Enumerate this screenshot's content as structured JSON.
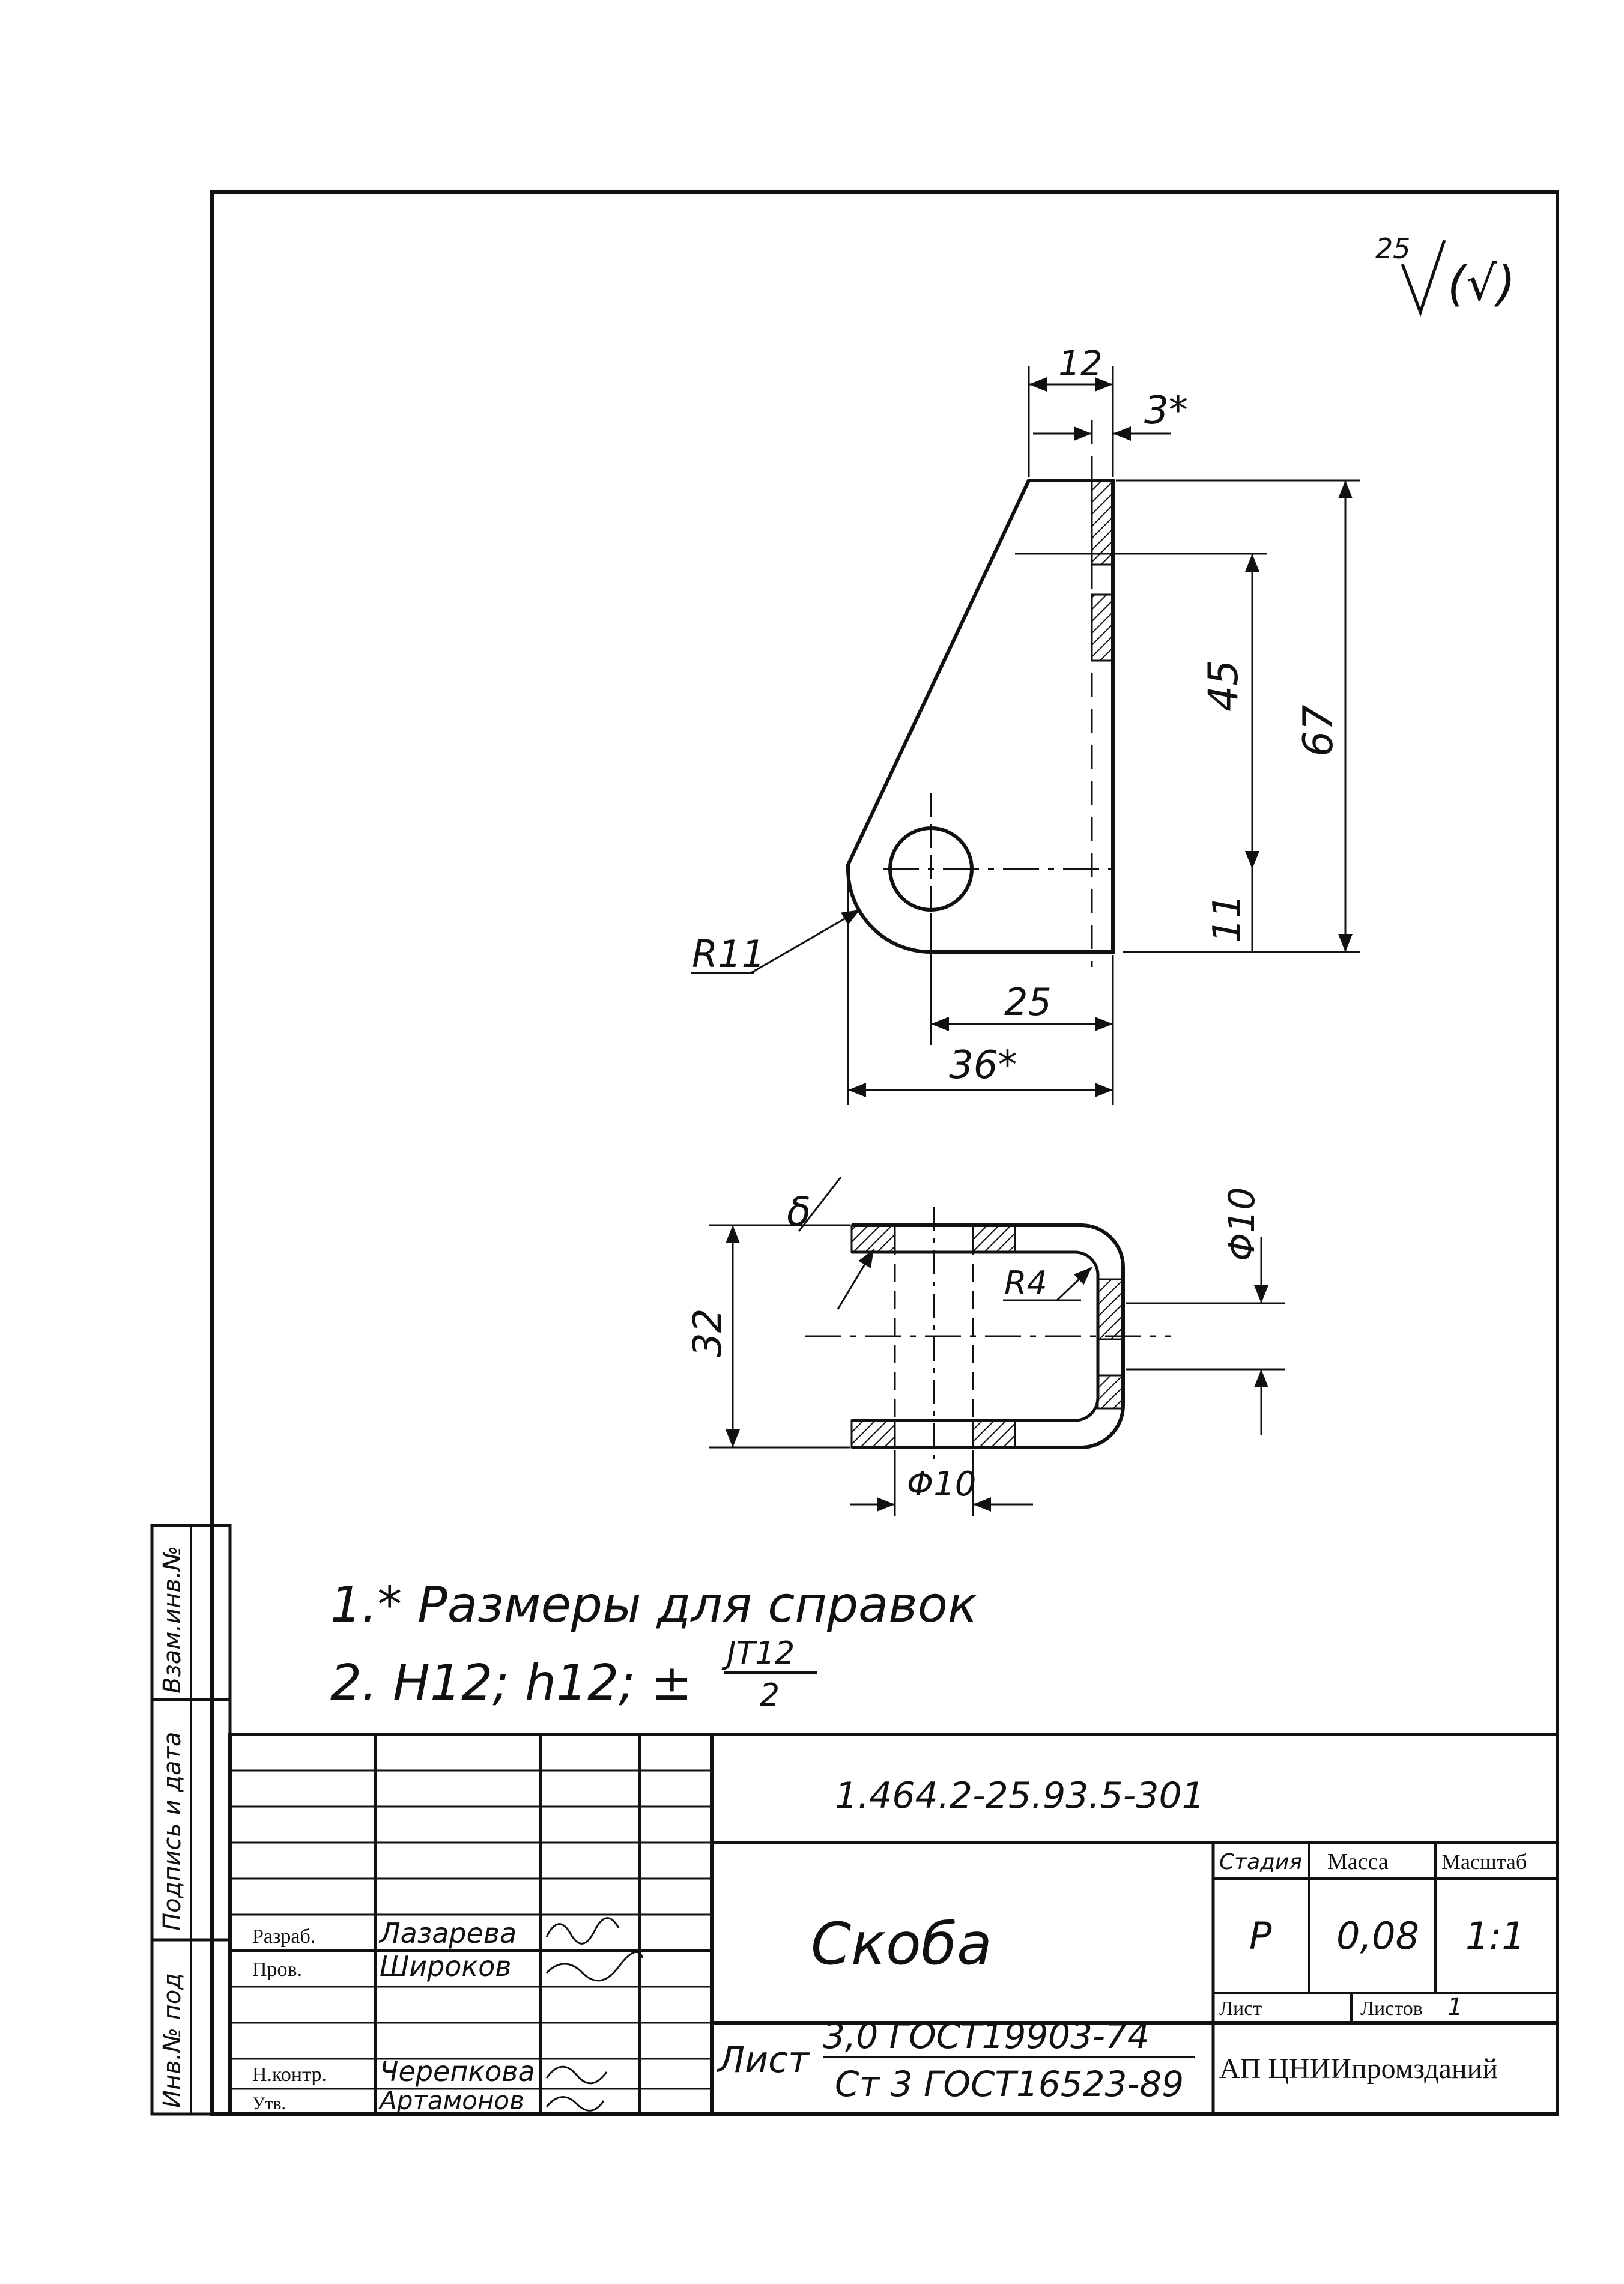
{
  "roughness": {
    "value": "25",
    "note": "(√)"
  },
  "part_view": {
    "dims": {
      "width_12": "12",
      "thickness_3": "3*",
      "height_45": "45",
      "height_67": "67",
      "height_11": "11",
      "radius_11": "R11",
      "length_25": "25",
      "length_36": "36*"
    }
  },
  "section_view": {
    "dims": {
      "height_32": "32",
      "radius_4": "R4",
      "hole_dia_right": "Φ10",
      "hole_dia_bottom": "Φ10",
      "weld_mark": "δ"
    }
  },
  "notes": {
    "note1": "1.* Размеры для справок",
    "note2_prefix": "2. H12; h12; ±",
    "note2_frac_num": "JT12",
    "note2_frac_den": "2"
  },
  "side_stamp": {
    "cell1": "Взам.инв.№",
    "cell2": "Подпись и дата",
    "cell3": "Инв.№ под"
  },
  "title_block": {
    "designation": "1.464.2-25.93.5-301",
    "part_name": "Скоба",
    "material_prefix": "Лист",
    "material_line1": "3,0 ГОСТ19903-74",
    "material_line2": "Ст 3 ГОСТ16523-89",
    "headers": {
      "stage": "Стадия",
      "mass": "Масса",
      "scale": "Масштаб"
    },
    "values": {
      "stage": "Р",
      "mass": "0,08",
      "scale": "1:1"
    },
    "sheet_label": "Лист",
    "sheets_label": "Листов",
    "sheets_value": "1",
    "organization": "АП ЦНИИпромзданий",
    "signatures": [
      {
        "role": "Разраб.",
        "name": "Лазарева"
      },
      {
        "role": "Пров.",
        "name": "Широков"
      },
      {
        "role": "Н.контр.",
        "name": "Черепкова"
      },
      {
        "role": "Утв.",
        "name": "Артамонов"
      }
    ]
  }
}
